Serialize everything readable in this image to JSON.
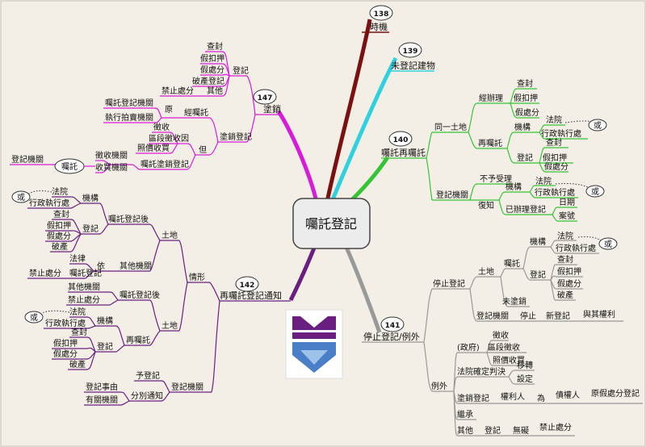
{
  "center": "囑託登記",
  "branches": {
    "b138": {
      "badge": "138",
      "label": "時機",
      "color": "#7a1010"
    },
    "b139": {
      "badge": "139",
      "label": "未登記建物",
      "color": "#2fd0e0"
    },
    "b140": {
      "badge": "140",
      "label": "囑託再囑託",
      "color": "#35c435",
      "same_land": "同一土地",
      "handled": "經辦理",
      "h1": "查封",
      "h2": "假扣押",
      "h3": "假處分",
      "again": "再囑託",
      "org": "機構",
      "court": "法院",
      "exec": "行政執行處",
      "or": "或",
      "reg": "登記",
      "r1": "查封",
      "r2": "假扣押",
      "r3": "假處分",
      "agency": "登記機關",
      "reject": "不予受理",
      "restore": "復知",
      "org2": "機構",
      "court2": "法院",
      "exec2": "行政執行處",
      "or2": "或",
      "done": "已辦理登記",
      "date": "日期",
      "case": "案號"
    },
    "b141": {
      "badge": "141",
      "label": "停止登記/例外",
      "color": "#999999",
      "stop": "停止登記",
      "land": "土地",
      "entrust": "囑託",
      "org": "機構",
      "court": "法院",
      "exec": "行政執行處",
      "or": "或",
      "reg": "登記",
      "r1": "查封",
      "r2": "假扣押",
      "r3": "假處分",
      "r4": "破產",
      "not_cancel": "未塗銷",
      "agency": "登記機關",
      "halt": "停止",
      "new_reg": "新登記",
      "rights": "與其權利",
      "exception": "例外",
      "gov": "(政府)",
      "g1": "徵收",
      "g2": "區段徵收",
      "g3": "照價收買",
      "court_final": "法院確定判決",
      "transfer": "移轉",
      "set": "設定",
      "cancel_reg": "塗銷登記",
      "holder": "權利人",
      "is": "為",
      "creditor": "債權人",
      "orig": "原假處分登記",
      "inherit": "繼承",
      "other": "其他",
      "reg2": "登記",
      "nohinder": "無礙",
      "ban": "禁止處分"
    },
    "b142": {
      "badge": "142",
      "label": "再囑託登記通知",
      "color": "#6a1f80",
      "situation": "情形",
      "land1": "土地",
      "after1": "囑託登記後",
      "org1": "機構",
      "court1": "法院",
      "exec1": "行政執行處",
      "or1": "或",
      "reg1": "登記",
      "r1": "查封",
      "r2": "假扣押",
      "r3": "假處分",
      "r4": "破產",
      "other_org": "其他機關",
      "law": "法律",
      "per": "依",
      "entreg": "囑託登記",
      "ban1": "禁止處分",
      "land2": "土地",
      "after2": "囑託登記後",
      "other_org2": "其他機關",
      "ban2": "禁止處分",
      "again2": "再囑託",
      "org2": "機構",
      "court2": "法院",
      "exec2": "行政執行處",
      "or2": "或",
      "reg2": "登記",
      "q1": "查封",
      "q2": "假扣押",
      "q3": "假處分",
      "q4": "破產",
      "agency": "登記機關",
      "pre": "予登記",
      "sep": "分別通知",
      "reason": "登記事由",
      "related": "有關機關"
    },
    "b147": {
      "badge": "147",
      "label": "塗銷",
      "color": "#d81bd8",
      "reg": "登記",
      "s1": "查封",
      "s2": "假扣押",
      "s3": "假處分",
      "s4": "破產登記",
      "s5": "其他",
      "ban": "禁止處分",
      "cancel_reg": "塗銷登記",
      "orig": "原",
      "entrust": "經囑託",
      "a1": "囑託登記機關",
      "a2": "執行拍賣機關",
      "cause": "因",
      "c1": "徵收",
      "c2": "區段徵收",
      "c3": "照價收買",
      "but": "但",
      "entcancel": "囑託塗銷登記",
      "ent": "囑託",
      "agency": "登記機關",
      "e1": "徵收機關",
      "e2": "收買機關"
    }
  }
}
